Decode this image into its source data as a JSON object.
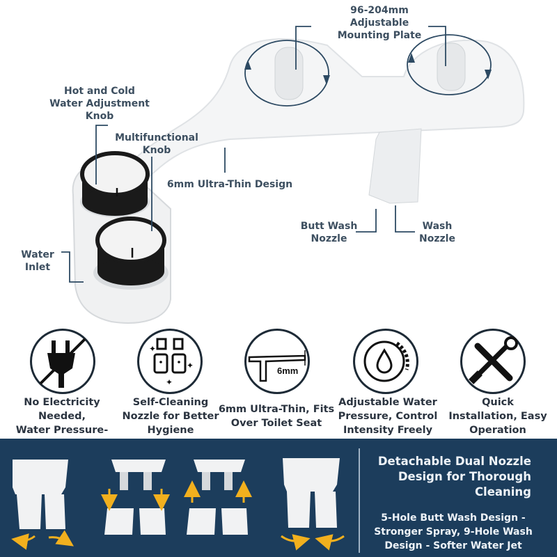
{
  "product_labels": {
    "mounting_plate": "96-204mm\nAdjustable\nMounting Plate",
    "hot_cold_knob": "Hot and Cold\nWater Adjustment\nKnob",
    "multifunctional_knob": "Multifunctional\nKnob",
    "thin_design": "6mm Ultra-Thin Design",
    "butt_wash_nozzle": "Butt Wash\nNozzle",
    "wash_nozzle": "Wash\nNozzle",
    "water_inlet": "Water\nInlet",
    "icon_thin_label": "6mm"
  },
  "features": [
    {
      "icon": "no-plug-icon",
      "label": "No Electricity Needed,\nWater Pressure-Driven\nDesign"
    },
    {
      "icon": "self-cleaning-nozzle-icon",
      "label": "Self-Cleaning\nNozzle for Better\nHygiene"
    },
    {
      "icon": "ultra-thin-icon",
      "label": "6mm Ultra-Thin, Fits\nOver Toilet Seat"
    },
    {
      "icon": "pressure-dial-icon",
      "label": "Adjustable Water\nPressure, Control\nIntensity Freely"
    },
    {
      "icon": "tools-icon",
      "label": "Quick\nInstallation, Easy\nOperation"
    }
  ],
  "bottom": {
    "title": "Detachable Dual Nozzle\nDesign for Thorough\nCleaning",
    "subtitle": "5-Hole Butt Wash Design -\nStronger Spray, 9-Hole Wash\nDesign - Softer Water Jet"
  },
  "colors": {
    "panel": "#1c3d5c",
    "arrow": "#f2b01e",
    "text": "#3d4f60"
  }
}
